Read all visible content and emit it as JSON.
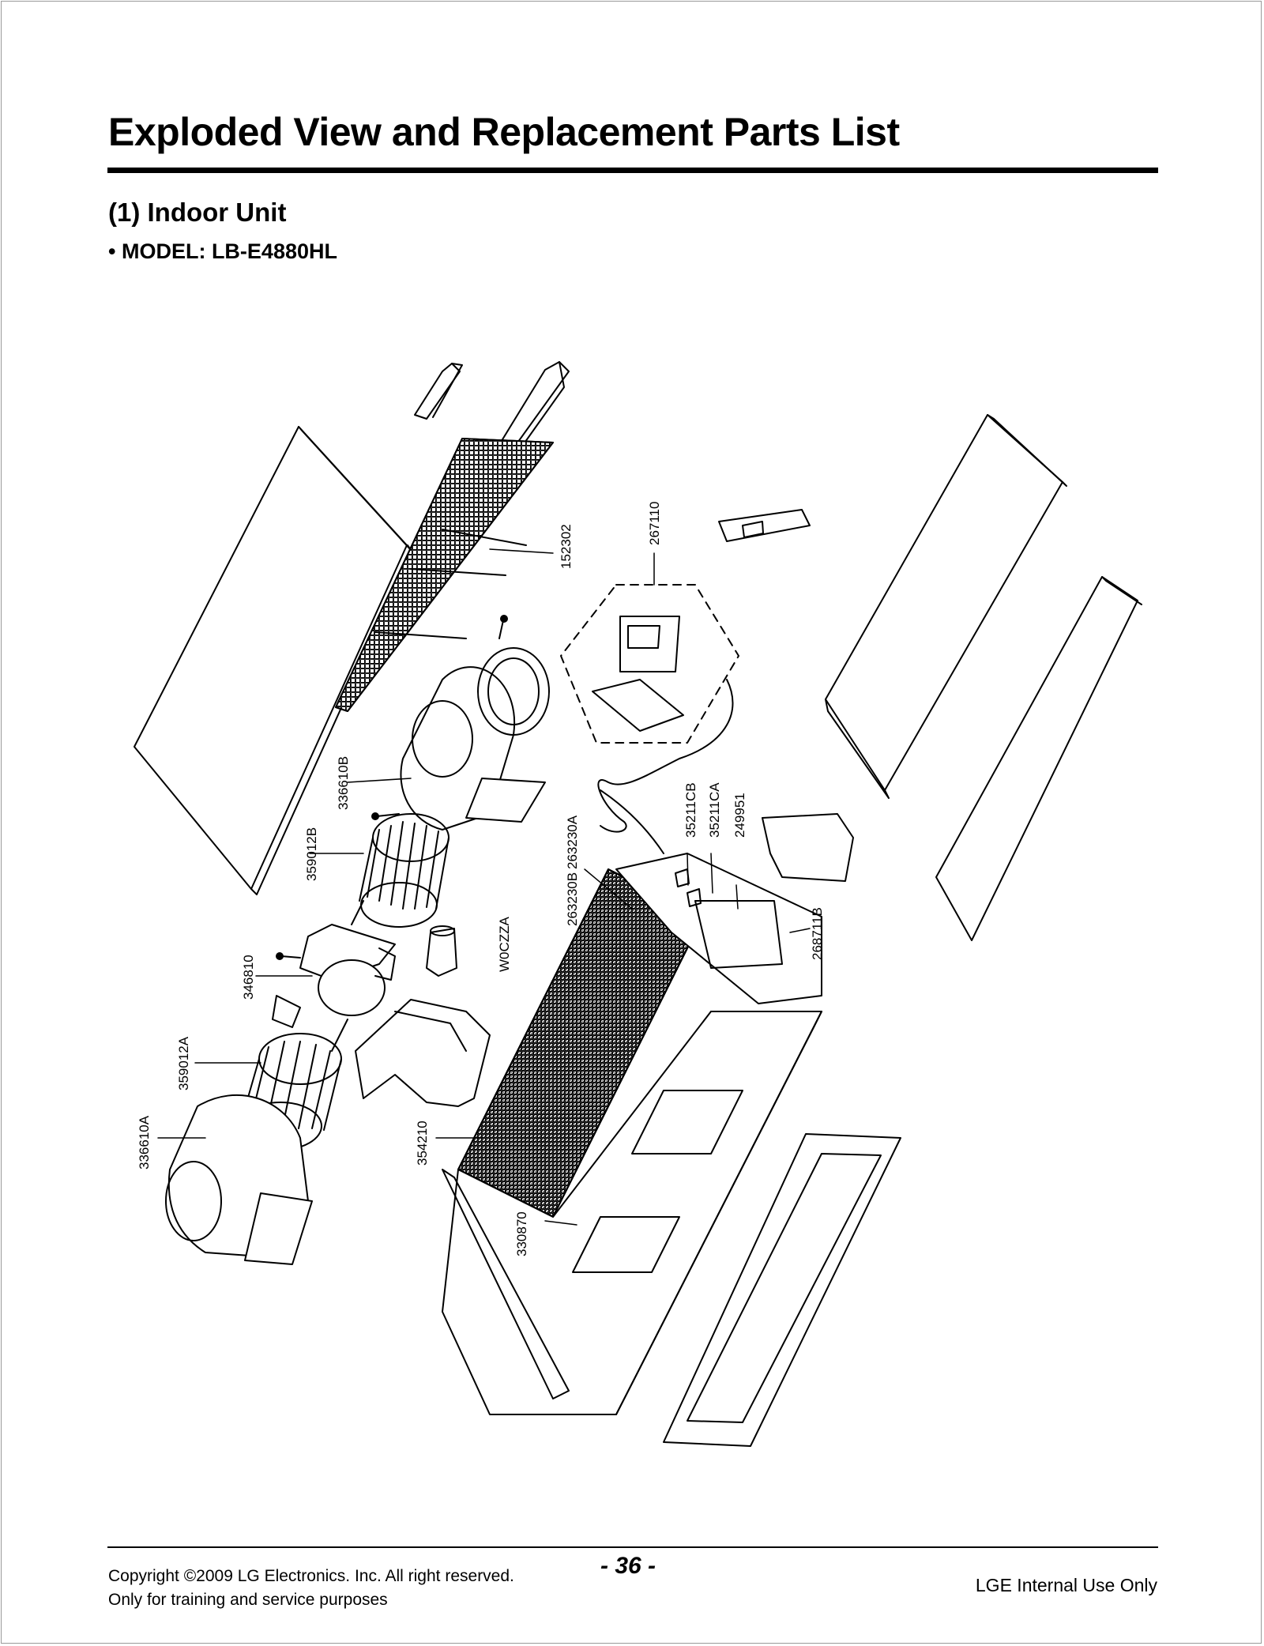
{
  "header": {
    "title": "Exploded View and Replacement Parts List",
    "section": "(1) Indoor Unit",
    "model": "• MODEL: LB-E4880HL"
  },
  "parts": {
    "p152302": "152302",
    "p267110": "267110",
    "p336610B": "336610B",
    "p359012B": "359012B",
    "p263230A": "263230A",
    "p35211CB": "35211CB",
    "p35211CA": "35211CA",
    "p249951": "249951",
    "p263230B": "263230B",
    "pW0CZZA": "W0CZZA",
    "p268711B": "268711B",
    "p346810": "346810",
    "p359012A": "359012A",
    "p336610A": "336610A",
    "p354210": "354210",
    "p330870": "330870"
  },
  "footer": {
    "copyright_line1": "Copyright ©2009 LG Electronics. Inc. All right reserved.",
    "copyright_line2": "Only for training and service purposes",
    "page_number": "- 36 -",
    "internal": "LGE Internal Use Only"
  }
}
